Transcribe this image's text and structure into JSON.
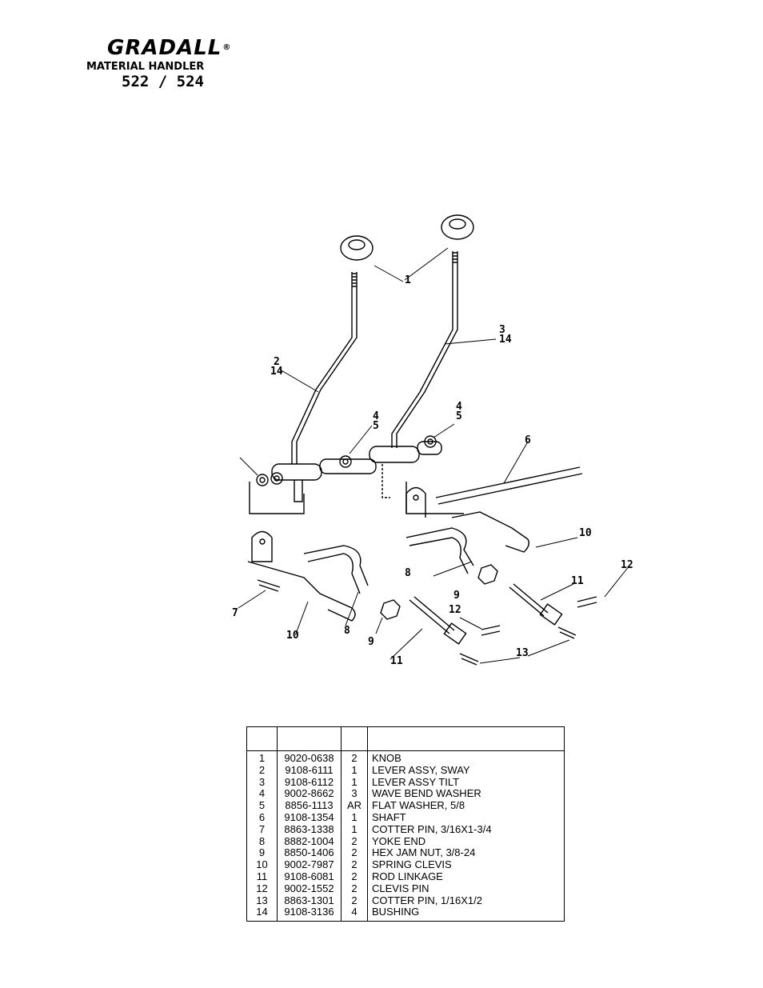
{
  "brand": {
    "name": "GRADALL",
    "reg_mark": "®",
    "subtitle": "MATERIAL HANDLER",
    "model": "522 / 524"
  },
  "diagram": {
    "callouts": [
      "1",
      "2",
      "14",
      "3",
      "14",
      "4",
      "5",
      "4",
      "5",
      "6",
      "7",
      "8",
      "9",
      "10",
      "8",
      "9",
      "10",
      "11",
      "12",
      "11",
      "12",
      "13"
    ]
  },
  "parts_table": {
    "headers": [
      "",
      "",
      "",
      ""
    ],
    "rows": [
      {
        "item": "1",
        "part": "9020-0638",
        "qty": "2",
        "desc": "KNOB"
      },
      {
        "item": "2",
        "part": "9108-6111",
        "qty": "1",
        "desc": "LEVER ASSY, SWAY"
      },
      {
        "item": "3",
        "part": "9108-6112",
        "qty": "1",
        "desc": "LEVER ASSY TILT"
      },
      {
        "item": "4",
        "part": "9002-8662",
        "qty": "3",
        "desc": "WAVE BEND WASHER"
      },
      {
        "item": "5",
        "part": "8856-1113",
        "qty": "AR",
        "desc": "FLAT WASHER, 5/8"
      },
      {
        "item": "6",
        "part": "9108-1354",
        "qty": "1",
        "desc": "SHAFT"
      },
      {
        "item": "7",
        "part": "8863-1338",
        "qty": "1",
        "desc": "COTTER PIN, 3/16X1-3/4"
      },
      {
        "item": "8",
        "part": "8882-1004",
        "qty": "2",
        "desc": "YOKE END"
      },
      {
        "item": "9",
        "part": "8850-1406",
        "qty": "2",
        "desc": "HEX JAM NUT, 3/8-24"
      },
      {
        "item": "10",
        "part": "9002-7987",
        "qty": "2",
        "desc": "SPRING CLEVIS"
      },
      {
        "item": "11",
        "part": "9108-6081",
        "qty": "2",
        "desc": "ROD LINKAGE"
      },
      {
        "item": "12",
        "part": "9002-1552",
        "qty": "2",
        "desc": "CLEVIS PIN"
      },
      {
        "item": "13",
        "part": "8863-1301",
        "qty": "2",
        "desc": "COTTER PIN, 1/16X1/2"
      },
      {
        "item": "14",
        "part": "9108-3136",
        "qty": "4",
        "desc": "BUSHING"
      }
    ]
  }
}
